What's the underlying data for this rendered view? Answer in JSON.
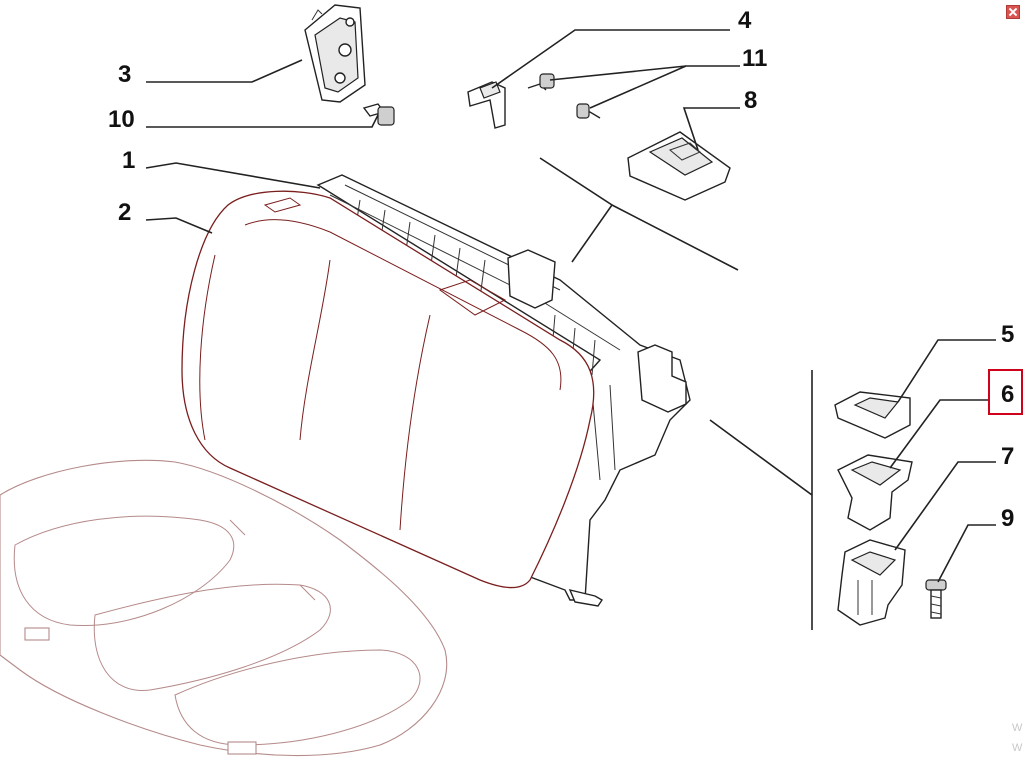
{
  "callouts": [
    {
      "id": "c3",
      "label": "3"
    },
    {
      "id": "c10",
      "label": "10"
    },
    {
      "id": "c1",
      "label": "1"
    },
    {
      "id": "c2",
      "label": "2"
    },
    {
      "id": "c4",
      "label": "4"
    },
    {
      "id": "c11",
      "label": "11"
    },
    {
      "id": "c8",
      "label": "8"
    },
    {
      "id": "c5",
      "label": "5"
    },
    {
      "id": "c6",
      "label": "6"
    },
    {
      "id": "c7",
      "label": "7"
    },
    {
      "id": "c9",
      "label": "9"
    }
  ],
  "highlighted_callout": "6",
  "colors": {
    "highlight": "#d0021b",
    "close_button": "#d9534f"
  },
  "icons": {
    "close": "close-icon"
  },
  "watermark": [
    "W",
    "W"
  ]
}
